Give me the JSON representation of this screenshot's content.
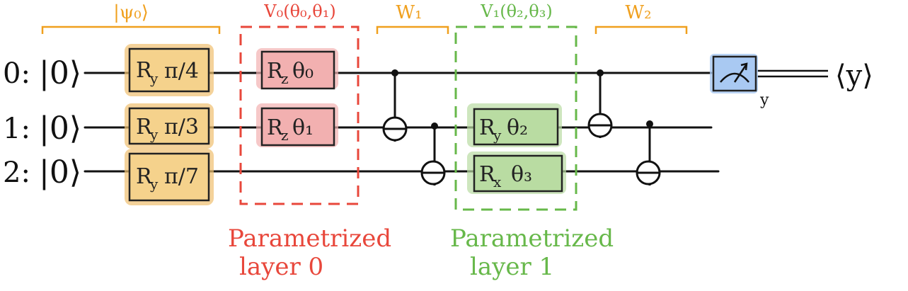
{
  "circuit": {
    "qubits": [
      {
        "label": "0:",
        "state": "|0⟩"
      },
      {
        "label": "1:",
        "state": "|0⟩"
      },
      {
        "label": "2:",
        "state": "|0⟩"
      }
    ],
    "sections": {
      "psi0": "|ψ₀⟩",
      "v0": "V₀(θ₀,θ₁)",
      "w1": "W₁",
      "v1": "V₁(θ₂,θ₃)",
      "w2": "W₂"
    },
    "gates": {
      "ry0": {
        "op": "R",
        "sub": "y",
        "arg": "π/4"
      },
      "ry1": {
        "op": "R",
        "sub": "y",
        "arg": "π/3"
      },
      "ry2": {
        "op": "R",
        "sub": "y",
        "arg": "π/7"
      },
      "rz0": {
        "op": "R",
        "sub": "z",
        "arg": "θ₀"
      },
      "rz1": {
        "op": "R",
        "sub": "z",
        "arg": "θ₁"
      },
      "ry_t2": {
        "op": "R",
        "sub": "y",
        "arg": "θ₂"
      },
      "rx_t3": {
        "op": "R",
        "sub": "x",
        "arg": "θ₃"
      }
    },
    "measurement": {
      "output_label": "y",
      "expectation": "⟨y⟩"
    },
    "layer0_caption": [
      "Parametrized",
      "layer 0"
    ],
    "layer1_caption": [
      "Parametrized",
      "layer 1"
    ]
  },
  "colors": {
    "orange": "#f0a01e",
    "red": "#e8473b",
    "green": "#67b84a",
    "blue": "#4a90e2",
    "gate_orange_fill": "#f5d28c",
    "gate_red_fill": "#f2b0b0",
    "gate_green_fill": "#b9dca2",
    "meter_fill": "#a9c9f2"
  }
}
